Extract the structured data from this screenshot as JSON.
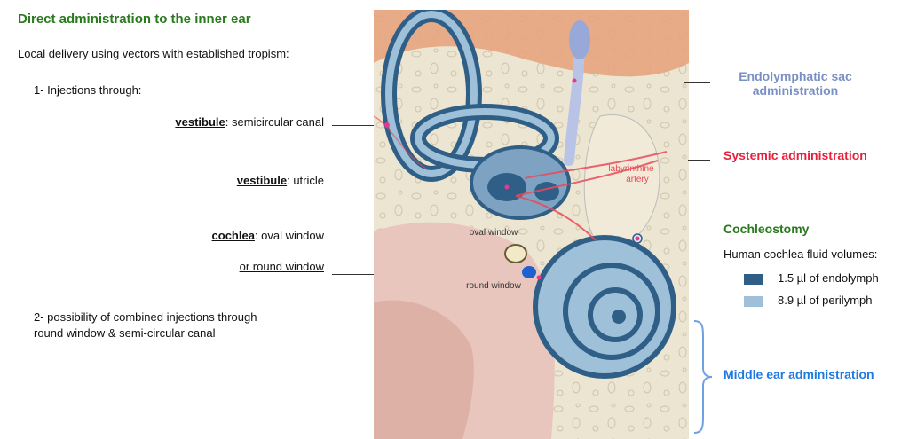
{
  "title": "Direct administration to the inner ear",
  "subtitle": "Local delivery using vectors with established tropism:",
  "step1": "1- Injections through:",
  "sites": [
    {
      "organ": "vestibule",
      "rest": ": semicircular canal"
    },
    {
      "organ": "vestibule",
      "rest": ": utricle"
    },
    {
      "organ": "cochlea",
      "rest": ": oval window"
    },
    {
      "organ": "",
      "rest": "or round window"
    }
  ],
  "step2_line1": "2- possibility of combined injections through",
  "step2_line2": "round window & semi-circular canal",
  "routes": {
    "endolymphatic_line1": "Endolymphatic sac",
    "endolymphatic_line2": "administration",
    "systemic": "Systemic administration",
    "cochleostomy": "Cochleostomy",
    "middle_ear": "Middle ear administration"
  },
  "fluid_volumes": {
    "heading": "Human cochlea fluid volumes:",
    "items": [
      {
        "label": "1.5 µl of endolymph",
        "color": "#2f5f86"
      },
      {
        "label": "8.9 µl of perilymph",
        "color": "#9ec0d8"
      }
    ]
  },
  "illustration_labels": {
    "artery_line1": "labyrinthine",
    "artery_line2": "artery",
    "oval_window": "oval window",
    "round_window": "round window"
  },
  "colors": {
    "title_green": "#2a7a1e",
    "endolymphatic_blue": "#7a8fc4",
    "systemic_red": "#e8203c",
    "cochleostomy_green": "#2a7a1e",
    "middle_ear_blue": "#1f7ae0",
    "artery_red": "#e84a5a"
  }
}
